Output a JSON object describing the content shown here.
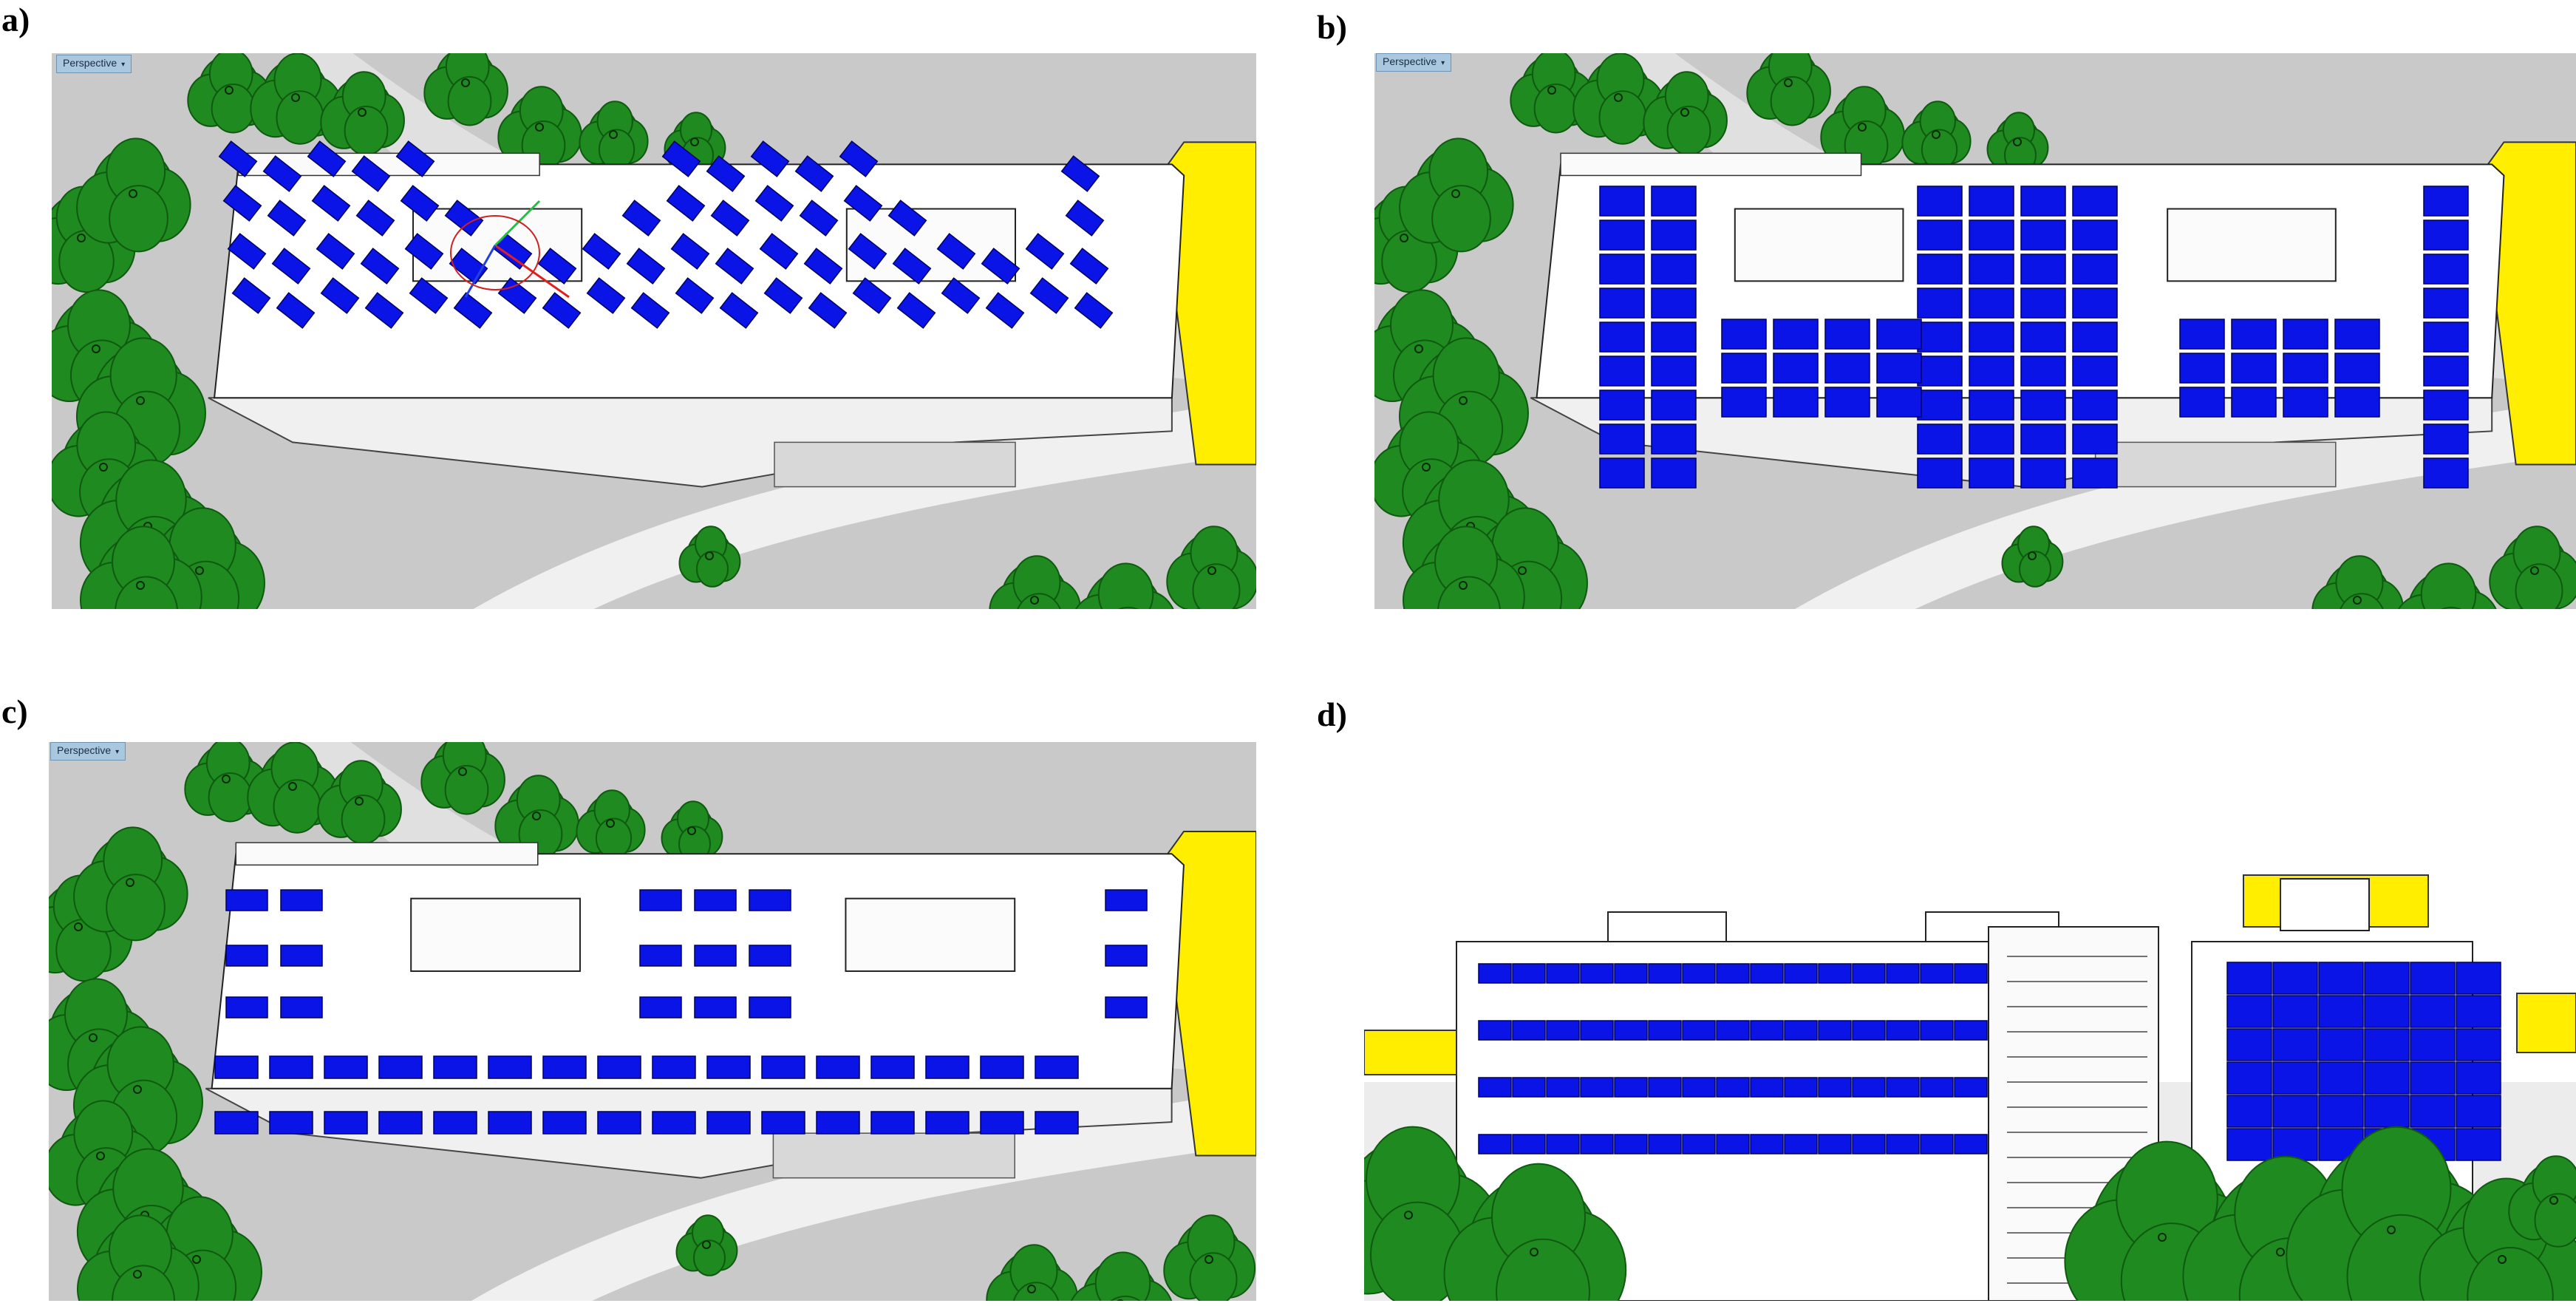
{
  "figure": {
    "panels": [
      {
        "id": "a",
        "label": "a)",
        "viewport_label": "Perspective",
        "view": "top-perspective",
        "layout": "diagonal"
      },
      {
        "id": "b",
        "label": "b)",
        "viewport_label": "Perspective",
        "view": "top-perspective",
        "layout": "columns"
      },
      {
        "id": "c",
        "label": "c)",
        "viewport_label": "Perspective",
        "view": "top-perspective",
        "layout": "rows"
      },
      {
        "id": "d",
        "label": "d)",
        "viewport_label": "",
        "view": "facade",
        "layout": "facade"
      }
    ]
  },
  "colors": {
    "panel_blue": "#0a14e6",
    "panel_edge": "#000060",
    "tree_green": "#1f8a1f",
    "tree_dark": "#0f5a10",
    "ground_gray": "#c9c9c9",
    "building_white": "#ffffff",
    "accent_yellow": "#ffee00",
    "viewport_tag": "#a9c8e0"
  },
  "icons": [
    "gizmo-axes-icon",
    "dropdown-arrow-icon"
  ]
}
